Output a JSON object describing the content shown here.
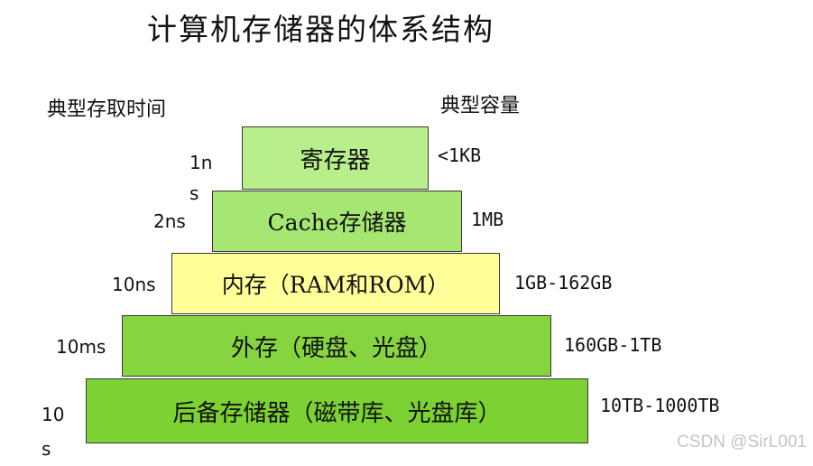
{
  "title": "计算机存储器的体系结构",
  "headers": {
    "access_time": "典型存取时间",
    "capacity": "典型容量"
  },
  "levels": [
    {
      "name": "寄存器",
      "time": "1ns",
      "capacity": "<1KB"
    },
    {
      "name": "Cache存储器",
      "time": "2ns",
      "capacity": "1MB"
    },
    {
      "name": "内存（RAM和ROM）",
      "time": "10ns",
      "capacity": "1GB-162GB"
    },
    {
      "name": "外存（硬盘、光盘）",
      "time": "10ms",
      "capacity": "160GB-1TB"
    },
    {
      "name": "后备存储器（磁带库、光盘库）",
      "time": "10s",
      "capacity": "10TB-1000TB"
    }
  ],
  "colors": {
    "level1": "#b8ef8a",
    "level2": "#a6e672",
    "level3": "#ffff99",
    "level4": "#86d540",
    "level5": "#7cd233"
  },
  "watermark": "CSDN @SirL001"
}
